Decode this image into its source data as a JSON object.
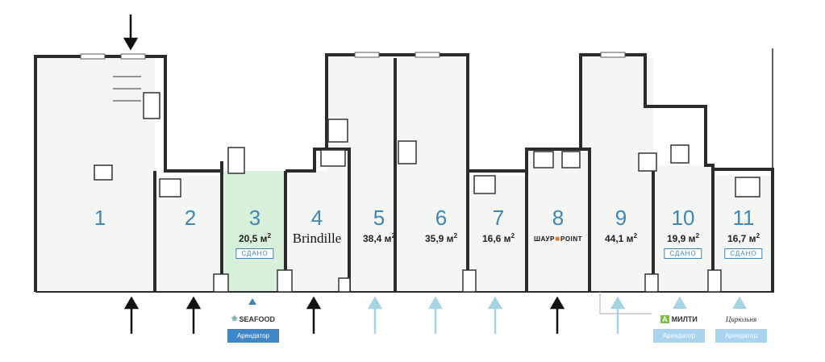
{
  "rooms": [
    {
      "number": "1"
    },
    {
      "number": "2"
    },
    {
      "number": "3",
      "area": "20,5 м",
      "status": "СДАНО"
    },
    {
      "number": "4",
      "brand": "Brindille"
    },
    {
      "number": "5",
      "area": "38,4 м"
    },
    {
      "number": "6",
      "area": "35,9 м"
    },
    {
      "number": "7",
      "area": "16,6 м"
    },
    {
      "number": "8",
      "brand_left": "ШАУР",
      "brand_right": "POINT"
    },
    {
      "number": "9",
      "area": "44,1 м"
    },
    {
      "number": "10",
      "area": "19,9 м",
      "status": "СДАНО"
    },
    {
      "number": "11",
      "area": "16,7 м",
      "status": "СДАНО"
    }
  ],
  "area_unit_sup": "2",
  "tenants": [
    {
      "logo": "SEAFOOD",
      "caption": "Арендатор",
      "color": "#3f86c9"
    },
    {
      "logo": "МИЛТИ",
      "caption": "Арендатор",
      "color": "#a9d3ef"
    },
    {
      "logo": "Цирюльня",
      "caption": "Арендатор",
      "color": "#a9d3ef"
    }
  ],
  "colors": {
    "rented_fill": "#d8f0d9",
    "room_fill": "#f4f6f4",
    "wall": "#2b2b2b",
    "accent": "#3f86b5",
    "light_arrow": "#a7d4e3"
  }
}
